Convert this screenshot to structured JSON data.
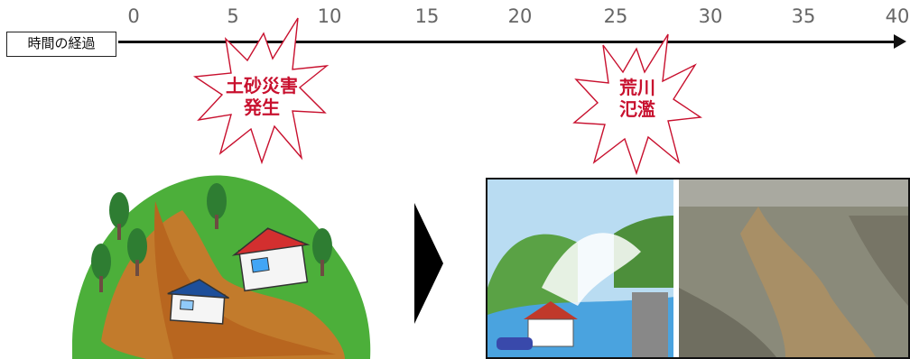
{
  "timeline": {
    "label": "時間の経過",
    "ticks": [
      "0",
      "5",
      "10",
      "15",
      "20",
      "25",
      "30",
      "35",
      "40"
    ]
  },
  "events": [
    {
      "line1": "土砂災害",
      "line2": "発生"
    },
    {
      "line1": "荒川",
      "line2": "氾濫"
    }
  ]
}
